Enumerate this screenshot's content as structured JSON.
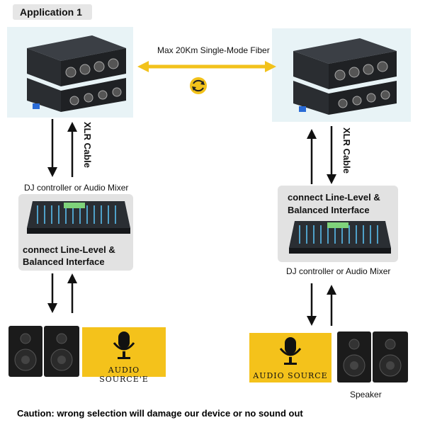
{
  "title": "Application 1",
  "fiber_label": "Max 20Km Single-Mode Fiber",
  "left": {
    "cable_label": "XLR Cable",
    "mixer_label": "DJ controller or Audio Mixer",
    "interface_lines": [
      "connect  Line-Level &",
      "Balanced Interface"
    ],
    "audio_source_label": "AUDIO SOURCE'E"
  },
  "right": {
    "cable_label": "XLR Cable",
    "mixer_label": "DJ controller or Audio Mixer",
    "interface_lines": [
      "connect  Line-Level &",
      "Balanced Interface"
    ],
    "audio_source_label": "AUDIO SOURCE",
    "speaker_label": "Speaker"
  },
  "caution": "Caution:  wrong selection will damage our device or no sound out",
  "colors": {
    "panel": "#e8f3f6",
    "fiber": "#f2c21b",
    "audio_source_bg": "#f4c21b",
    "gray_box": "#e2e2e2"
  }
}
